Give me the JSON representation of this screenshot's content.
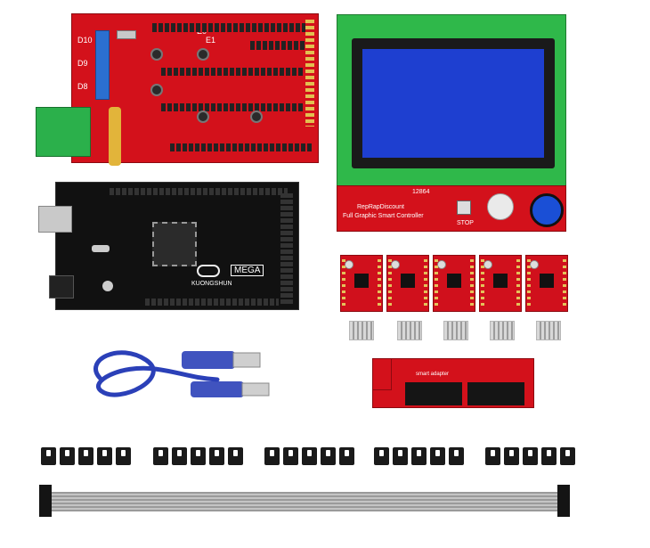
{
  "ramps": {
    "labels": [
      "D10",
      "D9",
      "D8"
    ],
    "axis_labels": [
      "E0",
      "E1"
    ]
  },
  "lcd": {
    "brand": "RepRapDiscount",
    "subtitle": "Full Graphic Smart Controller",
    "model": "12864",
    "stop_label": "STOP"
  },
  "mega": {
    "brand": "KUONGSHUN",
    "model": "MEGA"
  },
  "adapter": {
    "label": "smart adapter"
  },
  "colors": {
    "pcb_red": "#d3111b",
    "lcd_green": "#2fb84a",
    "lcd_blue": "#1e3fd0",
    "mega_black": "#111111",
    "cable_blue": "#2b40b8"
  }
}
